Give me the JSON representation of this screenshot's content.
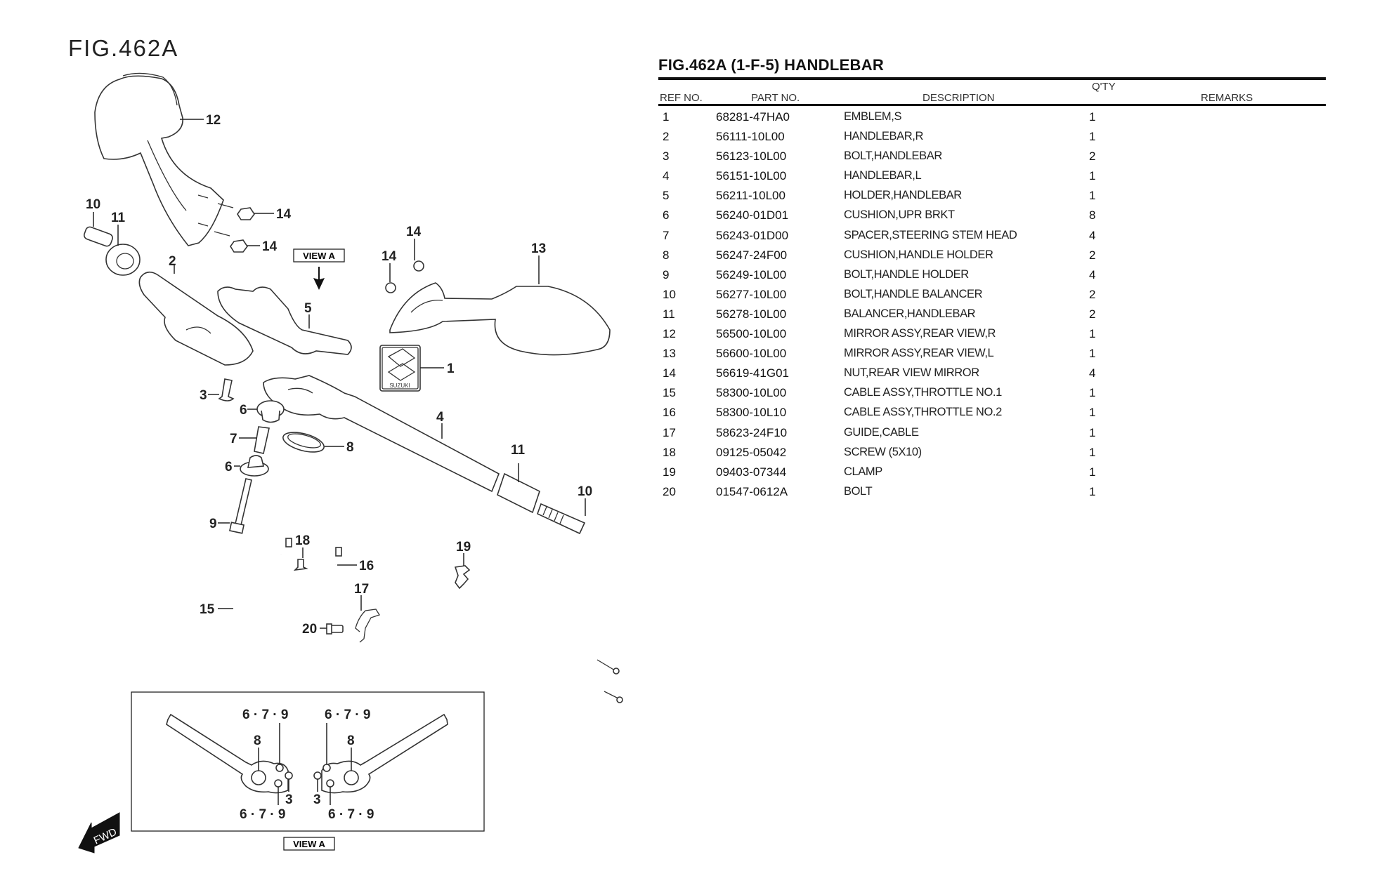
{
  "figure": {
    "label": "FIG.462A",
    "callouts": {
      "mirror_r": "12",
      "nut_a": "14",
      "nut_b": "14",
      "nut_c": "14",
      "nut_d": "14",
      "bolt_balancer_l": "10",
      "balancer_l": "11",
      "handlebar_r": "2",
      "holder": "5",
      "mirror_l": "13",
      "emblem": "1",
      "bolt_handlebar": "3",
      "cushion_upper": "6",
      "spacer": "7",
      "cushion_lower": "6",
      "cushion_holder": "8",
      "bolt_holder": "9",
      "handlebar_l": "4",
      "balancer_r": "11",
      "bolt_balancer_r": "10",
      "screw": "18",
      "cable_2": "16",
      "cable_1": "15",
      "guide": "17",
      "bolt": "20",
      "clamp": "19"
    },
    "view_a_label": "VIEW A",
    "view_a_callouts": {
      "tl": "6 · 7 · 9",
      "tr": "6 · 7 · 9",
      "bl": "6 · 7 · 9",
      "br": "6 · 7 · 9",
      "l8": "8",
      "r8": "8",
      "l3": "3",
      "r3": "3"
    },
    "fwd_label": "FWD",
    "emblem_text": "SUZUKI"
  },
  "parts_list": {
    "title": "FIG.462A (1-F-5) HANDLEBAR",
    "headers": {
      "ref": "REF NO.",
      "part": "PART NO.",
      "desc": "DESCRIPTION",
      "qty": "Q'TY",
      "remarks": "REMARKS"
    },
    "rows": [
      {
        "ref": "1",
        "part": "68281-47HA0",
        "desc": "EMBLEM,S",
        "qty": "1",
        "remarks": ""
      },
      {
        "ref": "2",
        "part": "56111-10L00",
        "desc": "HANDLEBAR,R",
        "qty": "1",
        "remarks": ""
      },
      {
        "ref": "3",
        "part": "56123-10L00",
        "desc": "BOLT,HANDLEBAR",
        "qty": "2",
        "remarks": ""
      },
      {
        "ref": "4",
        "part": "56151-10L00",
        "desc": "HANDLEBAR,L",
        "qty": "1",
        "remarks": ""
      },
      {
        "ref": "5",
        "part": "56211-10L00",
        "desc": "HOLDER,HANDLEBAR",
        "qty": "1",
        "remarks": ""
      },
      {
        "ref": "6",
        "part": "56240-01D01",
        "desc": "CUSHION,UPR BRKT",
        "qty": "8",
        "remarks": ""
      },
      {
        "ref": "7",
        "part": "56243-01D00",
        "desc": "SPACER,STEERING STEM HEAD",
        "qty": "4",
        "remarks": ""
      },
      {
        "ref": "8",
        "part": "56247-24F00",
        "desc": "CUSHION,HANDLE HOLDER",
        "qty": "2",
        "remarks": ""
      },
      {
        "ref": "9",
        "part": "56249-10L00",
        "desc": "BOLT,HANDLE HOLDER",
        "qty": "4",
        "remarks": ""
      },
      {
        "ref": "10",
        "part": "56277-10L00",
        "desc": "BOLT,HANDLE BALANCER",
        "qty": "2",
        "remarks": ""
      },
      {
        "ref": "11",
        "part": "56278-10L00",
        "desc": "BALANCER,HANDLEBAR",
        "qty": "2",
        "remarks": ""
      },
      {
        "ref": "12",
        "part": "56500-10L00",
        "desc": "MIRROR ASSY,REAR VIEW,R",
        "qty": "1",
        "remarks": ""
      },
      {
        "ref": "13",
        "part": "56600-10L00",
        "desc": "MIRROR ASSY,REAR VIEW,L",
        "qty": "1",
        "remarks": ""
      },
      {
        "ref": "14",
        "part": "56619-41G01",
        "desc": "NUT,REAR VIEW MIRROR",
        "qty": "4",
        "remarks": ""
      },
      {
        "ref": "15",
        "part": "58300-10L00",
        "desc": "CABLE ASSY,THROTTLE NO.1",
        "qty": "1",
        "remarks": ""
      },
      {
        "ref": "16",
        "part": "58300-10L10",
        "desc": "CABLE ASSY,THROTTLE NO.2",
        "qty": "1",
        "remarks": ""
      },
      {
        "ref": "17",
        "part": "58623-24F10",
        "desc": "GUIDE,CABLE",
        "qty": "1",
        "remarks": ""
      },
      {
        "ref": "18",
        "part": "09125-05042",
        "desc": "SCREW (5X10)",
        "qty": "1",
        "remarks": ""
      },
      {
        "ref": "19",
        "part": "09403-07344",
        "desc": "CLAMP",
        "qty": "1",
        "remarks": ""
      },
      {
        "ref": "20",
        "part": "01547-0612A",
        "desc": "BOLT",
        "qty": "1",
        "remarks": ""
      }
    ]
  }
}
